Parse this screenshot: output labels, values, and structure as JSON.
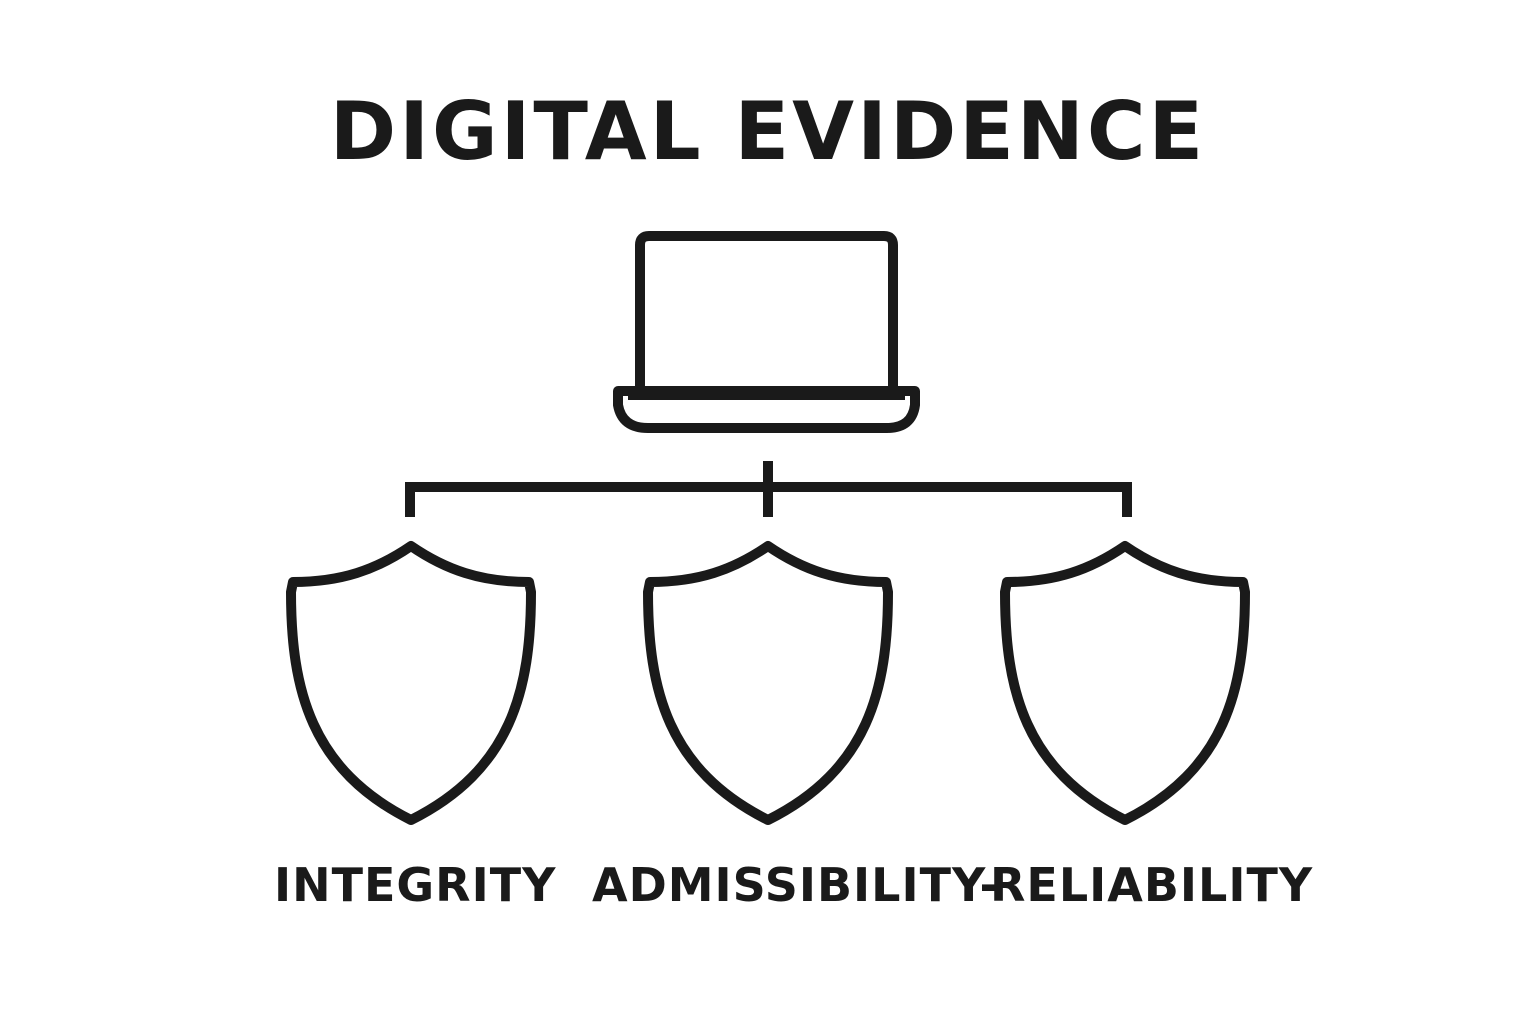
{
  "title": "DIGITAL EVIDENCE",
  "central_node": {
    "icon": "laptop-icon"
  },
  "branches": [
    {
      "icon": "shield-icon",
      "label": "INTEGRITY"
    },
    {
      "icon": "shield-icon",
      "label": "ADMISSIBILITY-"
    },
    {
      "icon": "shield-icon",
      "label": "RELIABILITY"
    }
  ],
  "colors": {
    "stroke": "#1a1a1a",
    "background": "#ffffff"
  }
}
